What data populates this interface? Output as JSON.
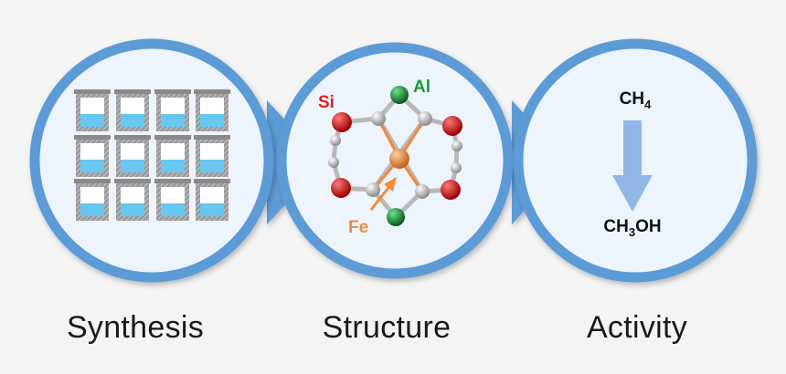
{
  "stages": [
    {
      "label": "Synthesis"
    },
    {
      "label": "Structure"
    },
    {
      "label": "Activity"
    }
  ],
  "structure": {
    "si_label": "Si",
    "al_label": "Al",
    "fe_label": "Fe",
    "colors": {
      "si": "#e02020",
      "al": "#1a9a3a",
      "fe": "#f08a3c",
      "oxygen": "#d01818",
      "bridge": "#c8c8c8"
    }
  },
  "activity": {
    "reactant_base": "CH",
    "reactant_sub": "4",
    "product_pre": "CH",
    "product_sub": "3",
    "product_post": "OH"
  },
  "colors": {
    "circle_rim": "#5b9bd5",
    "circle_fill": "#eef4fb",
    "liquid": "#67c7ef",
    "arrow": "#8fb8e6"
  },
  "icons": {
    "vial": "vial-icon",
    "arrow": "down-arrow-icon",
    "pointer": "fe-pointer-arrow-icon"
  }
}
